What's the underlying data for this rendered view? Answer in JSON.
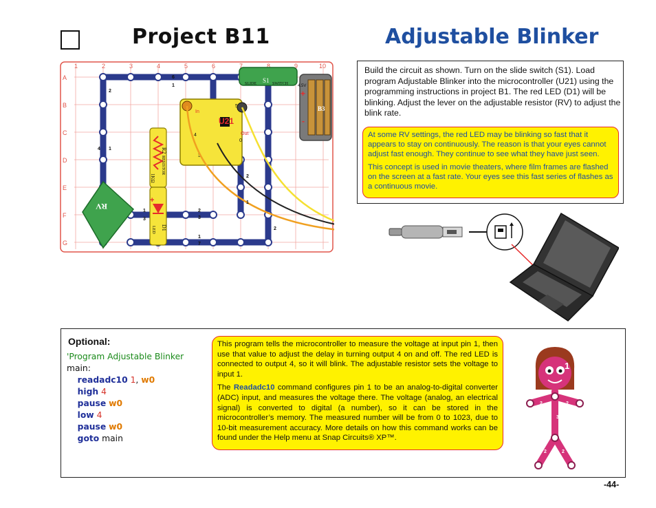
{
  "header": {
    "title_left": "Project  B11",
    "title_right": "Adjustable Blinker"
  },
  "board": {
    "columns": [
      "1",
      "2",
      "3",
      "4",
      "5",
      "6",
      "7",
      "8",
      "9",
      "10"
    ],
    "rows": [
      "A",
      "B",
      "C",
      "D",
      "E",
      "F",
      "G"
    ],
    "labels": {
      "s1": "S1",
      "slide": "SLIDE",
      "switch": "SWITCH",
      "u21": "U21",
      "r2": "R2",
      "resistor": "RESISTOR",
      "ohms": "1KΩ",
      "rv": "RV",
      "d1": "D1",
      "led": "LED",
      "b3": "B3",
      "plus": "+",
      "minus": "-",
      "volts": "4.5V",
      "v": "V",
      "out": "Out",
      "in": "In",
      "num0": "0",
      "num1": "1",
      "num2": "2",
      "num3": "3",
      "num4": "4",
      "num5": "5",
      "num6": "6",
      "num7": "7"
    }
  },
  "description": {
    "text": "Build  the circuit as shown. Turn on the slide switch (S1).  Load program Adjustable Blinker into the microcontroller (U21) using the programming instructions in project B1. The red LED (D1) will be blinking. Adjust the lever on the adjustable resistor (RV) to adjust the blink rate.",
    "note_1": "At some RV settings, the red LED may be blinking so fast that it appears to stay on continuously. The reason is that your eyes cannot adjust fast enough. They continue to see what they have just seen.",
    "note_2": "This concept is used in movie theaters, where film frames are flashed on the screen at a fast rate. Your eyes see this fast series of flashes as a continuous movie."
  },
  "optional": {
    "label": "Optional:",
    "code": {
      "comment": "'Program Adjustable Blinker",
      "main": "main:",
      "l1_kw": "readadc10",
      "l1_num": "1",
      "l1_sep": ", ",
      "l1_var": "w0",
      "l2_kw": "high",
      "l2_num": "4",
      "l3_kw": "pause",
      "l3_var": "w0",
      "l4_kw": "low",
      "l4_num": "4",
      "l5_kw": "pause",
      "l5_var": "w0",
      "l6_kw": "goto",
      "l6_target": "main"
    },
    "explain_1": "This program tells the microcontroller to measure the voltage at input pin 1, then use that value to adjust the delay in turning output 4 on and off. The red LED is connected to output 4, so it will blink. The adjustable resistor sets the voltage to input 1.",
    "explain_2_pre": "The ",
    "explain_2_cmd": "Readadc10",
    "explain_2_post": " command configures pin 1 to be an analog-to-digital converter (ADC) input, and measures the voltage there. The voltage (analog, an electrical signal) is converted to digital (a number), so it can be stored in the microcontroller’s memory. The measured number will be from 0 to 1023, due to 10-bit measurement accuracy. More details on how this command works can be found under the Help menu at Snap Circuits® XP™."
  },
  "page_number": "-44-",
  "colors": {
    "title_blue": "#1f4fa0",
    "grid_red": "#e0554a",
    "wire_navy": "#2b3a8c",
    "note_yellow": "#fff200",
    "note_border": "#e62b2b",
    "mascot_pink": "#d6337a"
  }
}
